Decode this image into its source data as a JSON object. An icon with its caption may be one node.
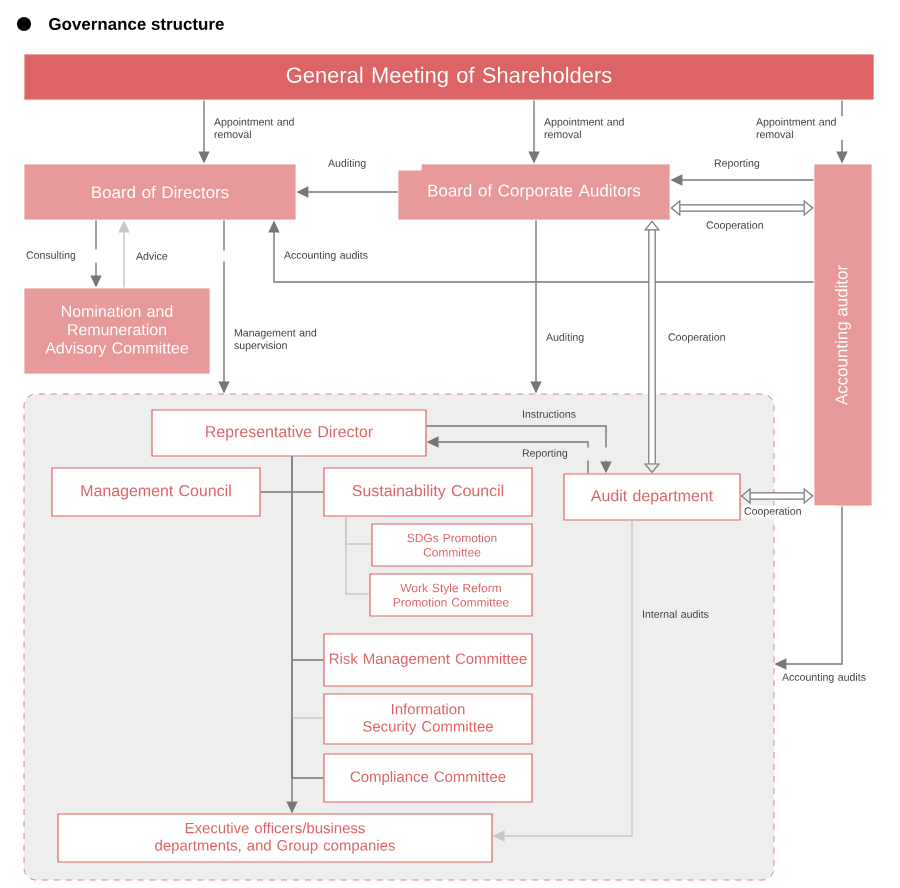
{
  "diagram": {
    "title": "Governance structure",
    "nodes": [
      {
        "text": [
          "General Meeting of Shareholders"
        ]
      },
      {
        "text": [
          "Board of Directors"
        ]
      },
      {
        "text": [
          "Board of Corporate Auditors"
        ]
      },
      {
        "text": [
          "Accounting auditor"
        ]
      },
      {
        "text": [
          "Nomination and Remuneration Advisory Committee"
        ]
      },
      {
        "text": [],
        "shape": "box"
      },
      {
        "text": [
          "Representative Director"
        ],
        "in": 5
      },
      {
        "text": [
          "Management Council"
        ],
        "in": 5
      },
      {
        "text": [
          "Sustainability Council"
        ],
        "in": 5
      },
      {
        "text": [
          "SDGs Promotion Committee"
        ],
        "in": 5
      },
      {
        "text": [
          "Work Style Reform Promotion Committee"
        ],
        "in": 5
      },
      {
        "text": [
          "Risk Management Committee"
        ],
        "in": 5
      },
      {
        "text": [
          "Information Security Committee"
        ],
        "in": 5
      },
      {
        "text": [
          "Compliance Committee"
        ],
        "in": 5
      },
      {
        "text": [
          "Executive officers/business departments, and Group companies"
        ],
        "in": 5
      },
      {
        "text": [
          "Audit department"
        ],
        "in": 5
      }
    ],
    "edges": [
      {
        "from": 0,
        "to": 1,
        "arrow": "to",
        "label": "Appointment and removal"
      },
      {
        "from": 0,
        "to": 2,
        "arrow": "to",
        "label": "Appointment and removal"
      },
      {
        "from": 0,
        "to": 3,
        "arrow": "to",
        "label": "Appointment and removal"
      },
      {
        "from": 2,
        "to": 1,
        "arrow": "to",
        "label": "Auditing"
      },
      {
        "from": 3,
        "to": 2,
        "arrow": "to",
        "label": "Reporting"
      },
      {
        "from": 2,
        "to": 3,
        "arrow": "both",
        "label": "Cooperation",
        "style": "thick"
      },
      {
        "from": 3,
        "to": 1,
        "arrow": "to",
        "label": "Accounting audits"
      },
      {
        "from": 1,
        "to": 4,
        "arrow": "to",
        "label": "Consulting"
      },
      {
        "from": 4,
        "to": 1,
        "arrow": "to",
        "label": "Advice",
        "color": "#c8c8c8"
      },
      {
        "from": 1,
        "to": 5,
        "arrow": "to",
        "label": "Management and supervision"
      },
      {
        "from": 2,
        "to": 5,
        "arrow": "to",
        "label": "Auditing"
      },
      {
        "from": 2,
        "to": 15,
        "arrow": "both",
        "label": "Cooperation",
        "style": "thick"
      },
      {
        "from": 6,
        "to": 15,
        "arrow": "to",
        "label": "Instructions"
      },
      {
        "from": 15,
        "to": 6,
        "arrow": "to",
        "label": "Reporting"
      },
      {
        "from": 15,
        "to": 3,
        "arrow": "both",
        "label": "Cooperation",
        "style": "thick"
      },
      {
        "from": 3,
        "to": 5,
        "arrow": "to",
        "label": "Accounting audits"
      },
      {
        "from": 15,
        "to": 14,
        "arrow": "to",
        "label": "Internal audits",
        "color": "#c8c8c8"
      },
      {
        "from": 6,
        "to": 14,
        "arrow": "to"
      },
      {
        "from": 6,
        "to": 7,
        "arrow": "none"
      },
      {
        "from": 6,
        "to": 8,
        "arrow": "none"
      },
      {
        "from": 6,
        "to": 11,
        "arrow": "none"
      },
      {
        "from": 6,
        "to": 12,
        "arrow": "none",
        "color": "#c8c8c8"
      },
      {
        "from": 6,
        "to": 13,
        "arrow": "none"
      },
      {
        "from": 8,
        "to": 9,
        "arrow": "none",
        "color": "#c8c8c8"
      },
      {
        "from": 8,
        "to": 10,
        "arrow": "none",
        "color": "#c8c8c8"
      }
    ]
  }
}
